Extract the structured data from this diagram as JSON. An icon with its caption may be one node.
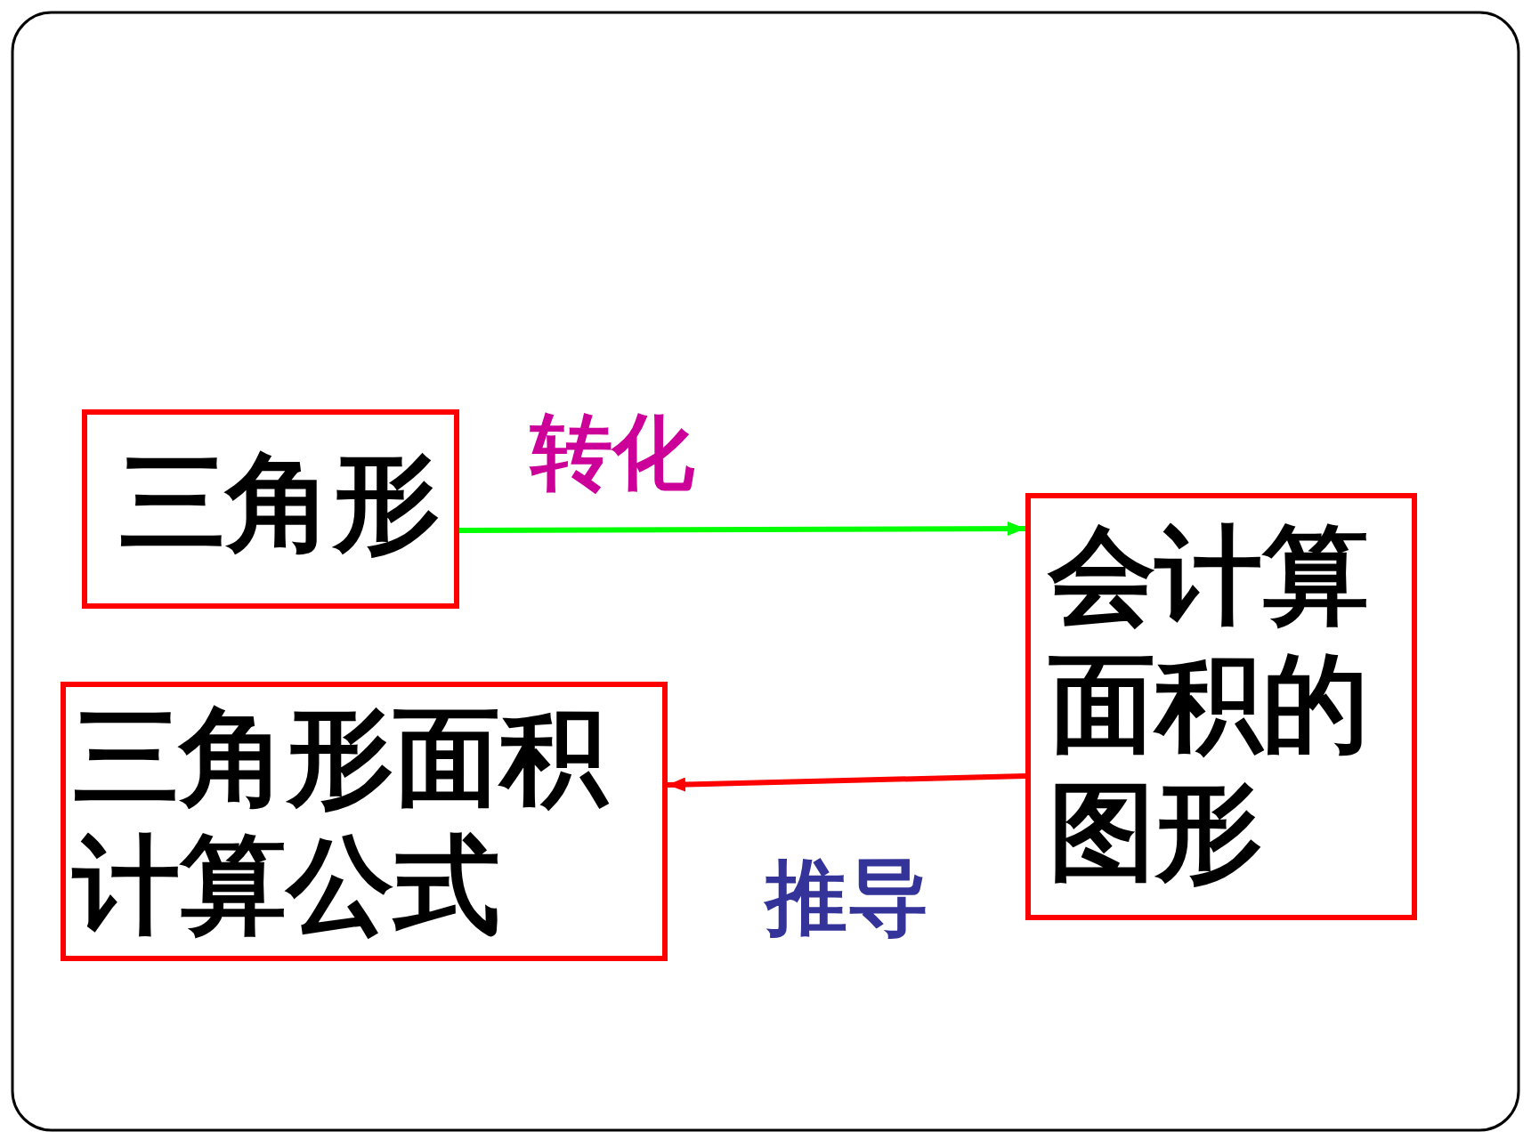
{
  "diagram": {
    "nodes": [
      {
        "text": [
          "三角形"
        ]
      },
      {
        "text": [
          "会计算面积的图形"
        ]
      },
      {
        "text": [
          "三角形面积计算公式"
        ]
      }
    ],
    "edges": [
      {
        "from": 0,
        "to": 1,
        "arrow": "to",
        "label": "转化",
        "color": "#00ff00"
      },
      {
        "from": 1,
        "to": 2,
        "arrow": "to",
        "label": "推导",
        "color": "#ff0000"
      }
    ]
  }
}
